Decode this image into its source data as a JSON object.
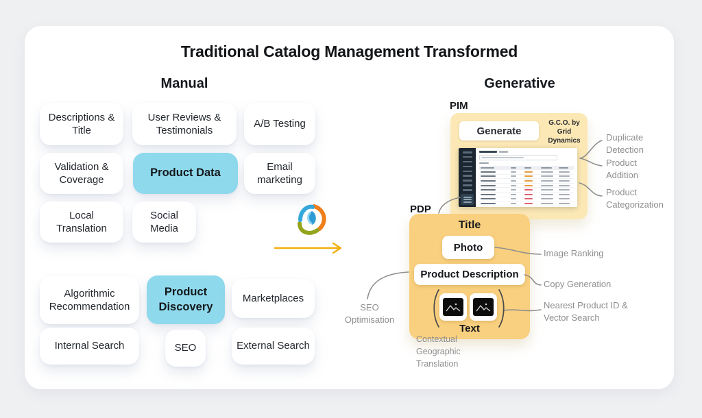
{
  "page": {
    "title": "Traditional Catalog Management Transformed"
  },
  "manual": {
    "heading": "Manual",
    "cards": [
      {
        "label": "Descriptions & Title"
      },
      {
        "label": "User Reviews & Testimonials"
      },
      {
        "label": "A/B Testing"
      },
      {
        "label": "Validation & Coverage"
      },
      {
        "label": "Product Data"
      },
      {
        "label": "Email marketing"
      },
      {
        "label": "Local Translation"
      },
      {
        "label": "Social Media"
      },
      {
        "label": "Algorithmic Recommendation"
      },
      {
        "label": "Product Discovery"
      },
      {
        "label": "Marketplaces"
      },
      {
        "label": "Internal Search"
      },
      {
        "label": "SEO"
      },
      {
        "label": "External Search"
      }
    ]
  },
  "generative": {
    "heading": "Generative",
    "pim": {
      "label": "PIM",
      "generate_button": "Generate",
      "badge": "G.C.O. by Grid Dynamics"
    },
    "pdp": {
      "label": "PDP",
      "title": "Title",
      "photo_button": "Photo",
      "description_button": "Product Description",
      "text_label": "Text"
    },
    "annotations": {
      "duplicate_detection": "Duplicate Detection",
      "product_addition": "Product Addition",
      "product_categorization": "Product Categorization",
      "image_ranking": "Image Ranking",
      "copy_generation": "Copy Generation",
      "nearest_product": "Nearest Product ID & Vector Search",
      "seo_optimisation": "SEO Optimisation",
      "contextual_translation": "Contextual Geographic Translation"
    }
  },
  "colors": {
    "highlight_blue": "#8FD9EC",
    "pim_panel": "#FBE8B5",
    "pdp_panel": "#F9D07F",
    "arrow": "#F2AE0C",
    "annotation_gray": "#8E8E8E"
  },
  "pim_table": {
    "sidebar_items": 9,
    "rows": 10,
    "price_colors": [
      "#E79B3C",
      "#E79B3C",
      "#E79B3C",
      "#E79B3C",
      "#DE5F6D",
      "#DE5F6D",
      "#DE5F6D",
      "#DE5F6D",
      "#DE5F6D",
      "#DE5F6D"
    ]
  }
}
